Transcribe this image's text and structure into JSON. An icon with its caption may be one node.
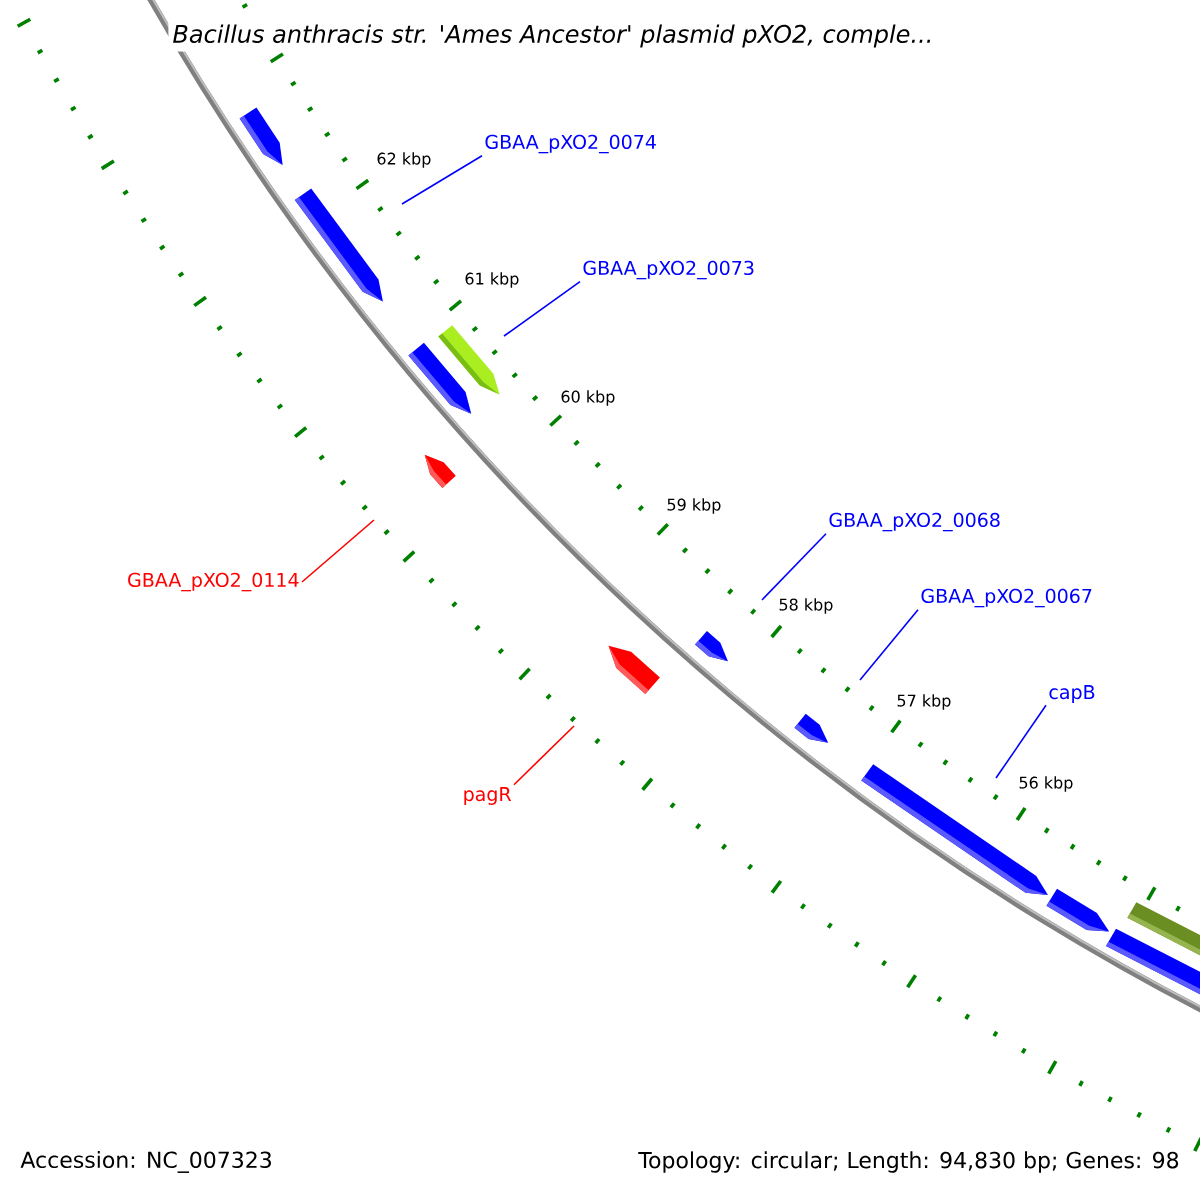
{
  "diagram": {
    "title": "Bacillus anthracis str. 'Ames Ancestor' plasmid pXO2, comple...",
    "nodes": [
      {
        "text": [
          "GBAA_pXO2_0074"
        ]
      },
      {
        "text": [
          "GBAA_pXO2_0073"
        ]
      },
      {
        "text": [
          "GBAA_pXO2_0068"
        ]
      },
      {
        "text": [
          "GBAA_pXO2_0114"
        ]
      },
      {
        "text": [
          "GBAA_pXO2_0067"
        ]
      },
      {
        "text": [
          "capB"
        ]
      },
      {
        "text": [
          "pagR"
        ]
      }
    ],
    "edges": [
      {
        "from": 0,
        "to": null,
        "arrow": "none"
      },
      {
        "from": 1,
        "to": null,
        "arrow": "none"
      },
      {
        "from": 2,
        "to": null,
        "arrow": "none"
      },
      {
        "from": 3,
        "to": null,
        "arrow": "none",
        "color": "#ff0000"
      },
      {
        "from": 4,
        "to": null,
        "arrow": "none"
      },
      {
        "from": 5,
        "to": null,
        "arrow": "none"
      },
      {
        "from": 6,
        "to": null,
        "arrow": "none",
        "color": "#ff0000"
      }
    ],
    "labels": [
      "62 kbp",
      "61 kbp",
      "60 kbp",
      "59 kbp",
      "58 kbp",
      "57 kbp",
      "56 kbp",
      "Accession: NC_007323",
      "Topology: circular; Length: 94,830 bp; Genes: 98"
    ]
  }
}
